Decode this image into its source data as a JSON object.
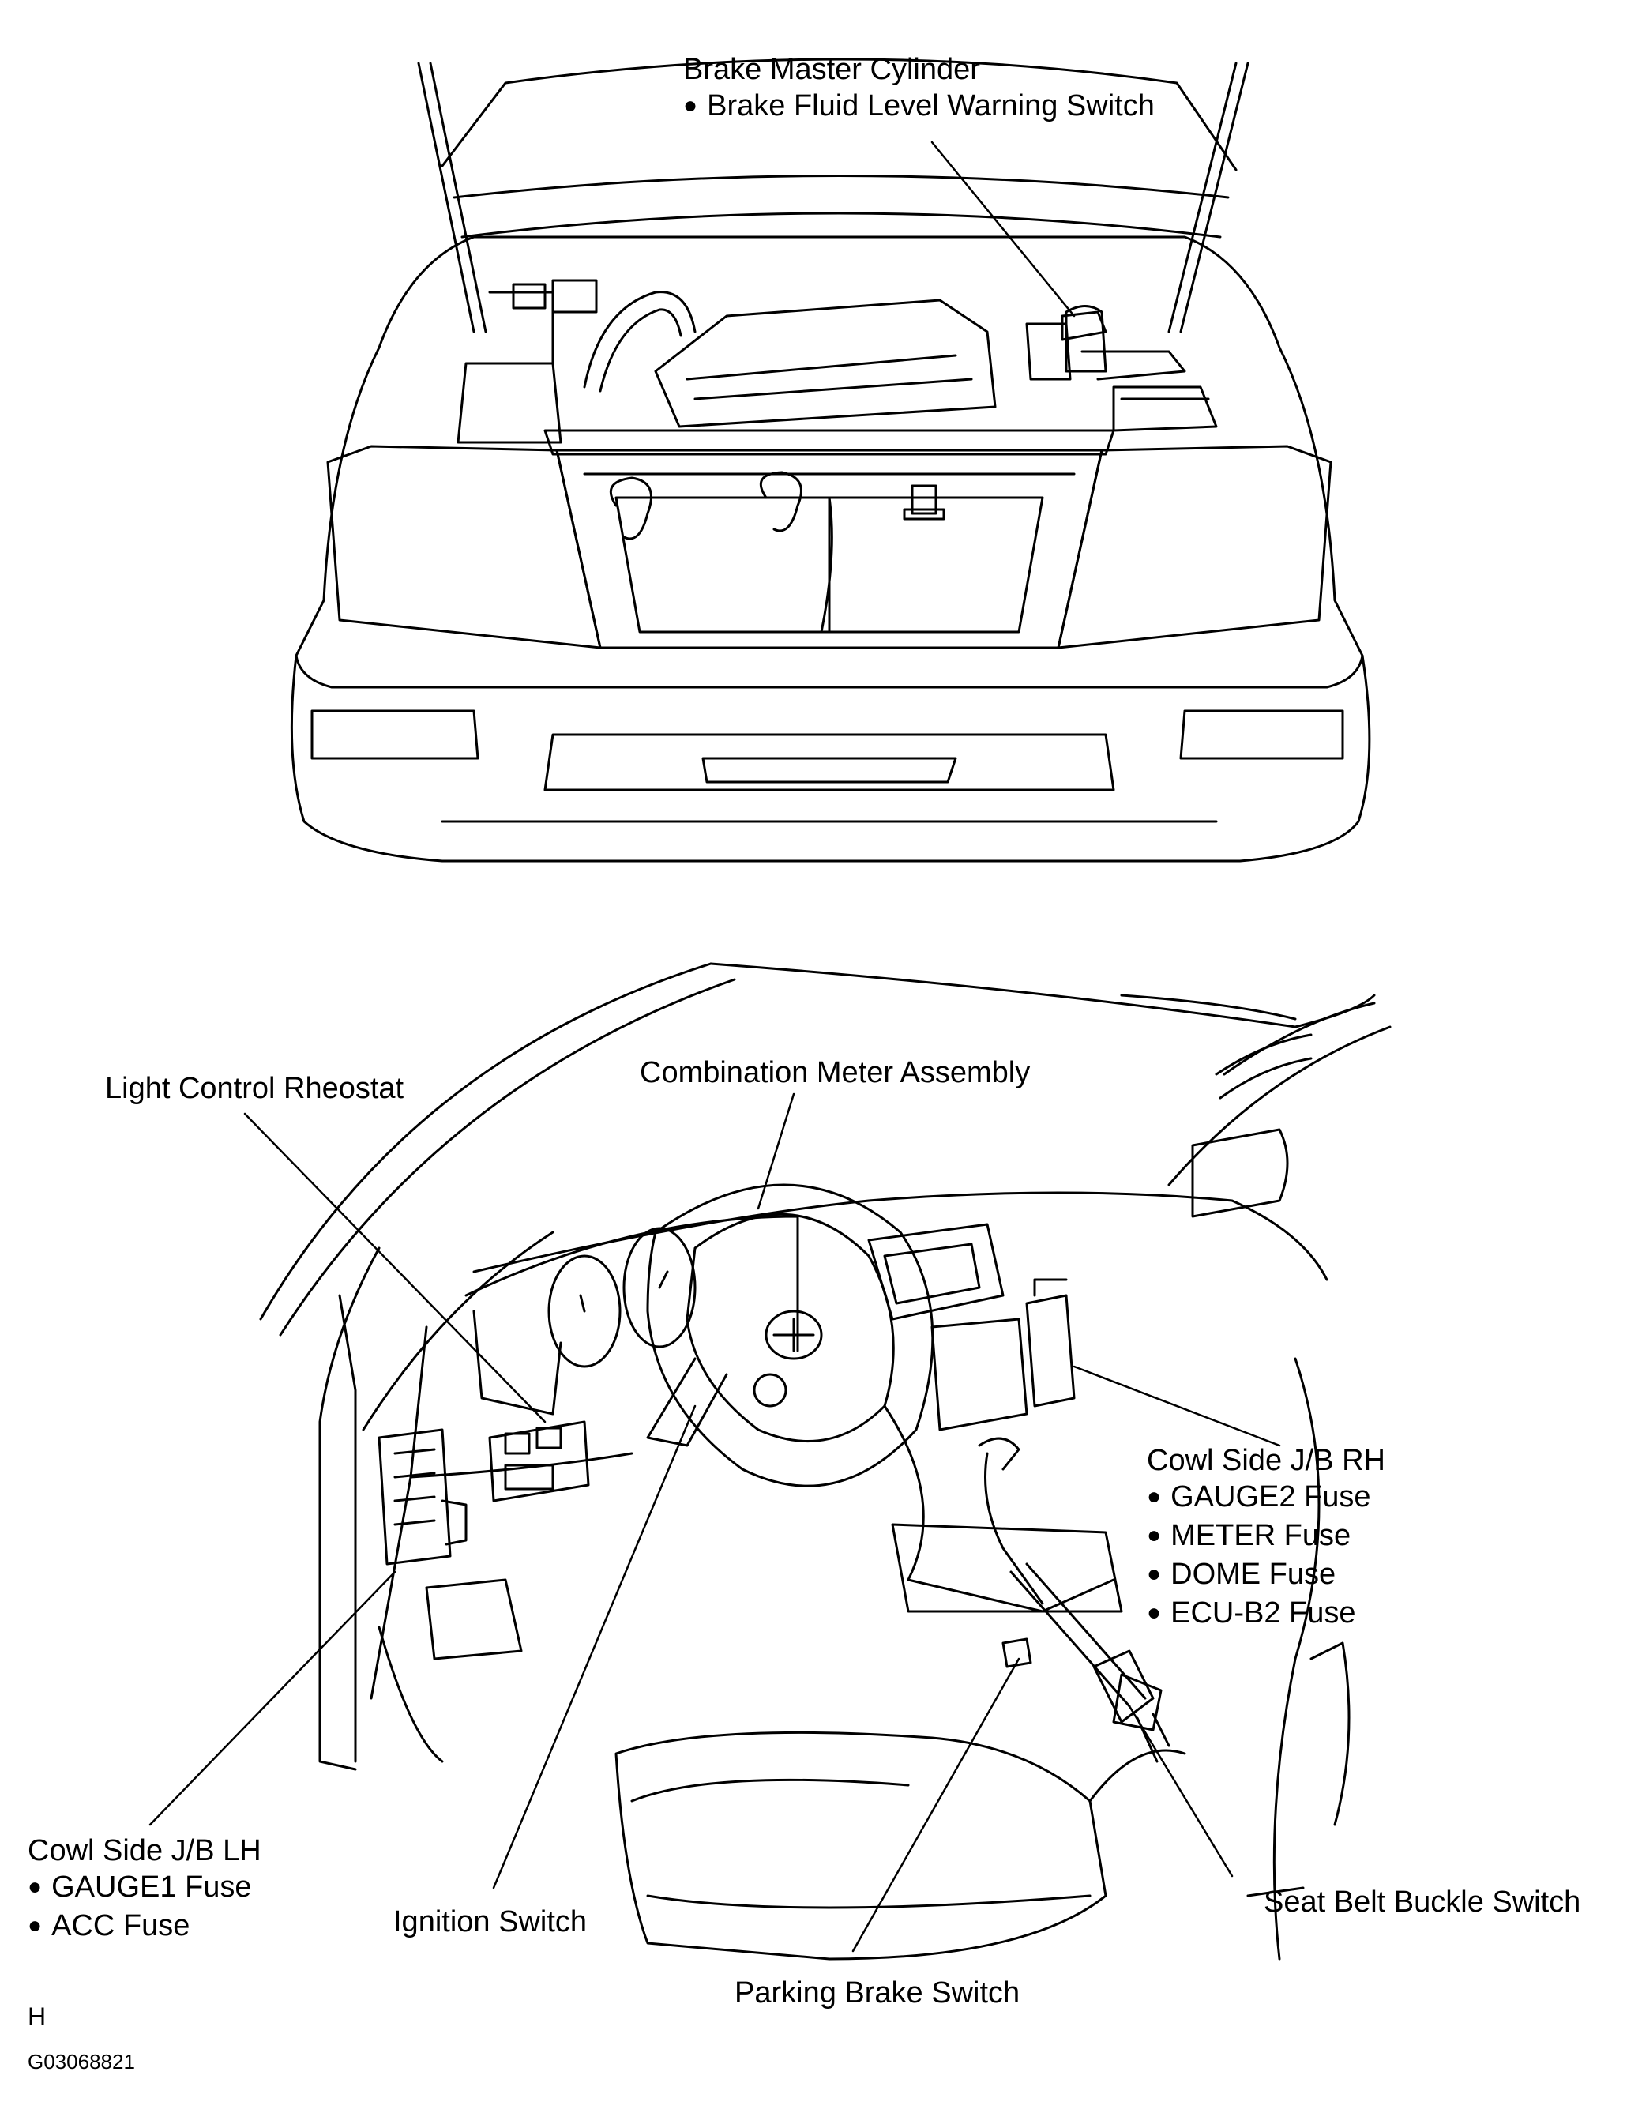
{
  "labels": {
    "brake_master": {
      "title": "Brake Master Cylinder",
      "items": [
        "Brake Fluid Level Warning Switch"
      ]
    },
    "light_control": {
      "title": "Light Control Rheostat"
    },
    "combination_meter": {
      "title": "Combination Meter Assembly"
    },
    "cowl_rh": {
      "title": "Cowl Side J/B RH",
      "items": [
        "GAUGE2 Fuse",
        "METER Fuse",
        "DOME Fuse",
        "ECU-B2 Fuse"
      ]
    },
    "cowl_lh": {
      "title": "Cowl Side J/B LH",
      "items": [
        "GAUGE1 Fuse",
        "ACC Fuse"
      ]
    },
    "ignition": {
      "title": "Ignition Switch"
    },
    "seat_belt": {
      "title": "Seat Belt Buckle Switch"
    },
    "parking_brake": {
      "title": "Parking Brake Switch"
    }
  },
  "corner_code": "H",
  "figure_id": "G03068821",
  "colors": {
    "line": "#000000",
    "background": "#ffffff"
  }
}
